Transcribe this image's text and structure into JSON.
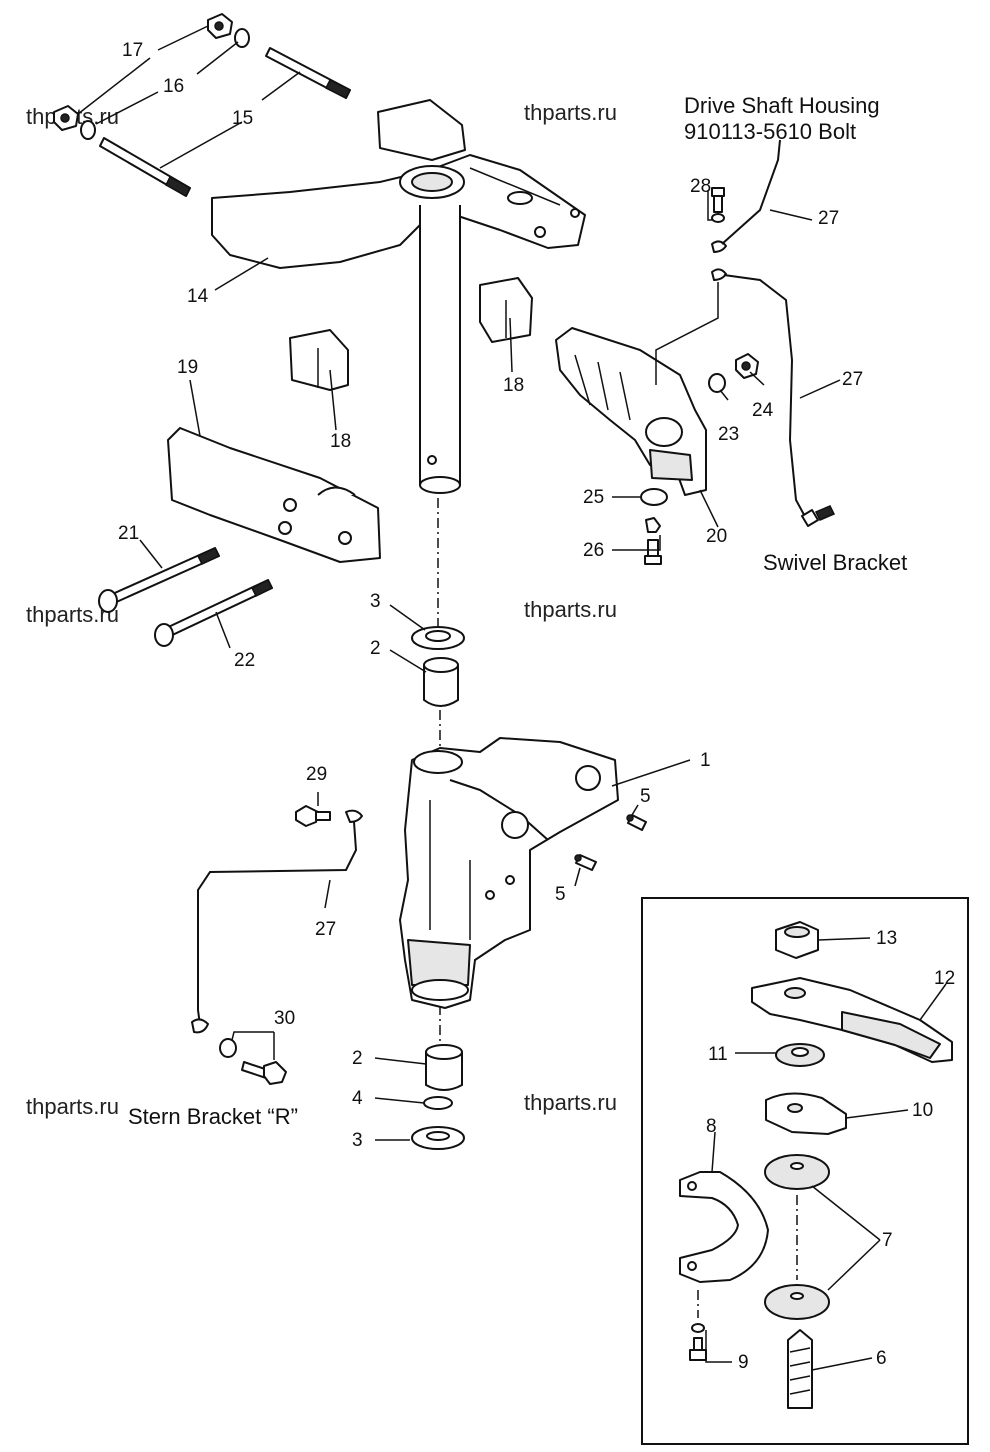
{
  "captions": {
    "drive_shaft_line1": "Drive Shaft Housing",
    "drive_shaft_line2": "910113-5610 Bolt",
    "swivel_bracket": "Swivel Bracket",
    "stern_bracket": "Stern Bracket “R”"
  },
  "watermarks": {
    "wm1": "thparts.ru",
    "wm2": "thparts.ru",
    "wm3": "thparts.ru",
    "wm4": "thparts.ru",
    "wm5": "thparts.ru",
    "wm6": "thparts.ru"
  },
  "callouts": {
    "c1": "1",
    "c2a": "2",
    "c2b": "2",
    "c3a": "3",
    "c3b": "3",
    "c4": "4",
    "c5a": "5",
    "c5b": "5",
    "c6": "6",
    "c7": "7",
    "c8": "8",
    "c9": "9",
    "c10": "10",
    "c11": "11",
    "c12": "12",
    "c13": "13",
    "c14": "14",
    "c15": "15",
    "c16": "16",
    "c17": "17",
    "c18a": "18",
    "c18b": "18",
    "c19": "19",
    "c20": "20",
    "c21": "21",
    "c22": "22",
    "c23": "23",
    "c24": "24",
    "c25": "25",
    "c26": "26",
    "c27a": "27",
    "c27b": "27",
    "c27c": "27",
    "c28": "28",
    "c29": "29",
    "c30": "30"
  }
}
